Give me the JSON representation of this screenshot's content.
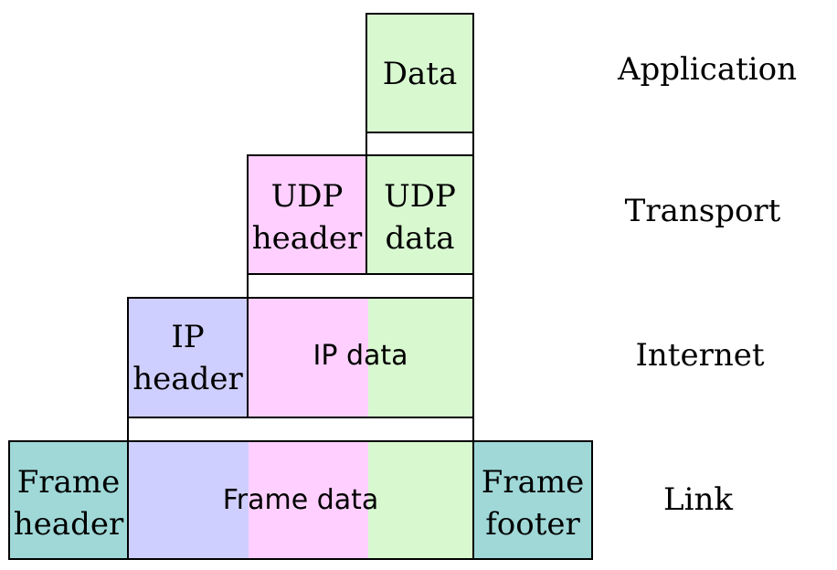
{
  "colors": {
    "green": "#d8f8d0",
    "pink": "#ffd0ff",
    "blue": "#cfcfff",
    "teal": "#a0d8d8",
    "line": "#000000"
  },
  "application": {
    "data_label": "Data",
    "layer_label": "Application"
  },
  "transport": {
    "header_label": "UDP\nheader",
    "data_label": "UDP\ndata",
    "layer_label": "Transport"
  },
  "internet": {
    "header_label": "IP\nheader",
    "data_label": "IP data",
    "layer_label": "Internet"
  },
  "link": {
    "header_label": "Frame\nheader",
    "data_label": "Frame data",
    "footer_label": "Frame\nfooter",
    "layer_label": "Link"
  }
}
